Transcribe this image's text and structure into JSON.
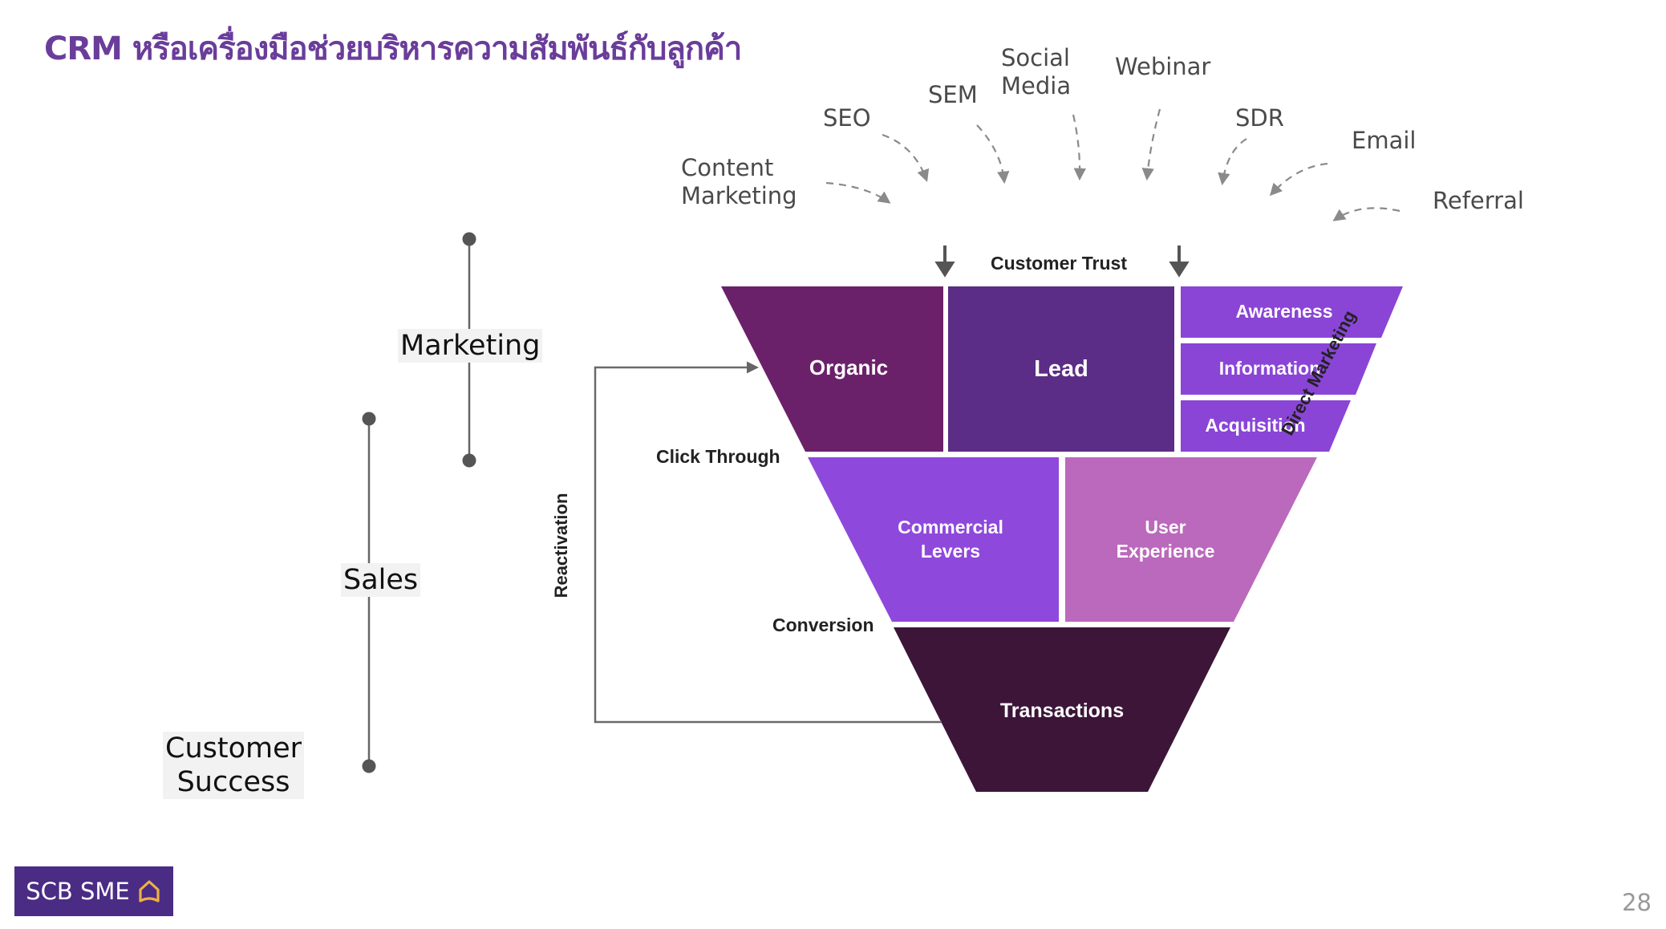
{
  "title": "CRM หรือเครื่องมือช่วยบริหารความสัมพันธ์กับลูกค้า",
  "timeline": {
    "marketing": "Marketing",
    "sales": "Sales",
    "customer_success": "Customer\nSuccess"
  },
  "channels": {
    "content_marketing": "Content\nMarketing",
    "seo": "SEO",
    "sem": "SEM",
    "social_media": "Social\nMedia",
    "webinar": "Webinar",
    "sdr": "SDR",
    "email": "Email",
    "referral": "Referral"
  },
  "funnel": {
    "customer_trust": "Customer Trust",
    "organic": "Organic",
    "lead": "Lead",
    "awareness": "Awareness",
    "information": "Information",
    "acquisition": "Acquisition",
    "direct_marketing": "Direct Marketing",
    "click_through": "Click Through",
    "commercial_levers": "Commercial\nLevers",
    "user_experience": "User\nExperience",
    "conversion": "Conversion",
    "transactions": "Transactions",
    "reactivation": "Reactivation"
  },
  "colors": {
    "title": "#6a3d9a",
    "organic": "#6b2169",
    "lead": "#5b2d86",
    "direct_boxes": "#8a45d6",
    "commercial_levers": "#8f48dc",
    "user_experience": "#bb69bc",
    "transactions": "#3c1539",
    "logo_bg": "#4a2c85",
    "logo_icon": "#f0b041"
  },
  "logo": {
    "text": "SCB SME",
    "icon": "house-icon"
  },
  "page_number": "28"
}
